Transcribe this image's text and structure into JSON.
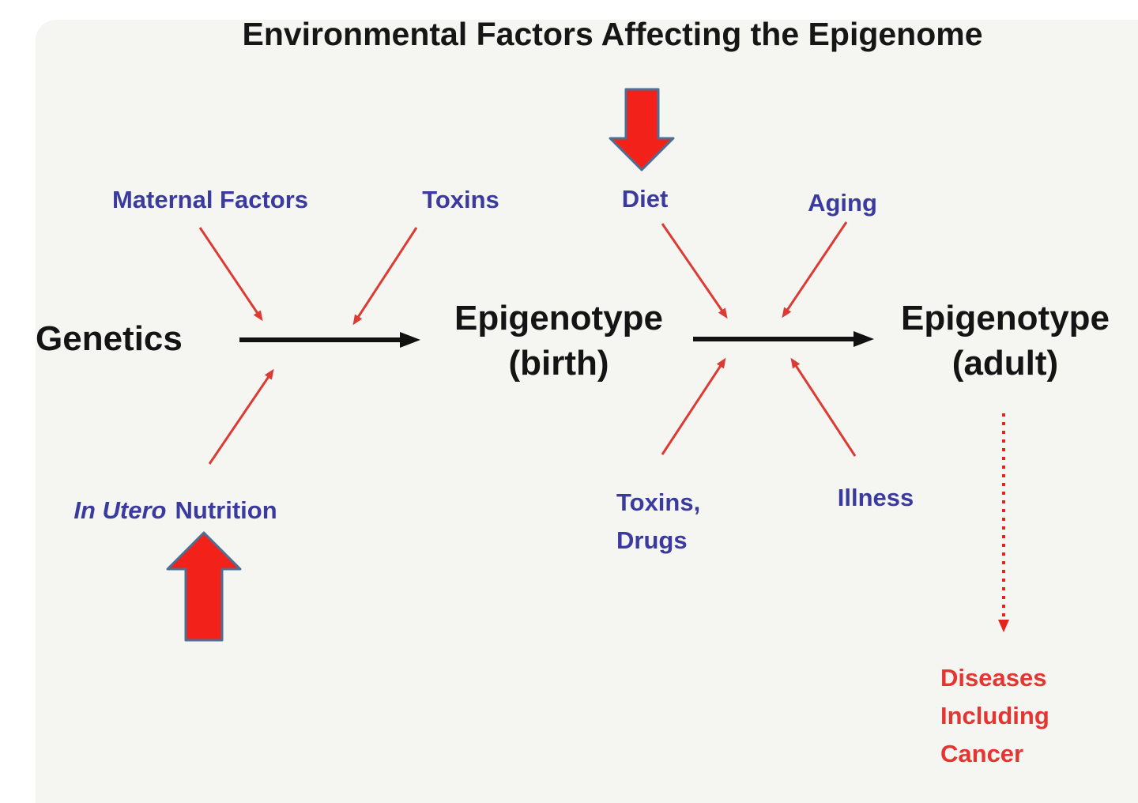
{
  "title": "Environmental Factors Affecting the Epigenome",
  "colors": {
    "background_panel": "#f5f6f2",
    "label_blue": "#3b3a9e",
    "node_black": "#141414",
    "thin_arrow_red": "#dd3a33",
    "dotted_arrow_red": "#e2241c",
    "block_arrow_fill": "#f2221a",
    "block_arrow_stroke": "#4a7096",
    "disease_red": "#e53530",
    "flow_arrow_black": "#111111"
  },
  "nodes": {
    "genetics": "Genetics",
    "epigenotype_birth": {
      "line1": "Epigenotype",
      "line2": "(birth)"
    },
    "epigenotype_adult": {
      "line1": "Epigenotype",
      "line2": "(adult)"
    }
  },
  "factors": {
    "maternal": "Maternal Factors",
    "toxins_prenatal": "Toxins",
    "diet": "Diet",
    "aging": "Aging",
    "in_utero": "In Utero",
    "nutrition": "Nutrition",
    "toxins_drugs": {
      "line1": "Toxins,",
      "line2": "Drugs"
    },
    "illness": "Illness"
  },
  "outcome": {
    "line1": "Diseases",
    "line2": "Including",
    "line3": "Cancer"
  }
}
